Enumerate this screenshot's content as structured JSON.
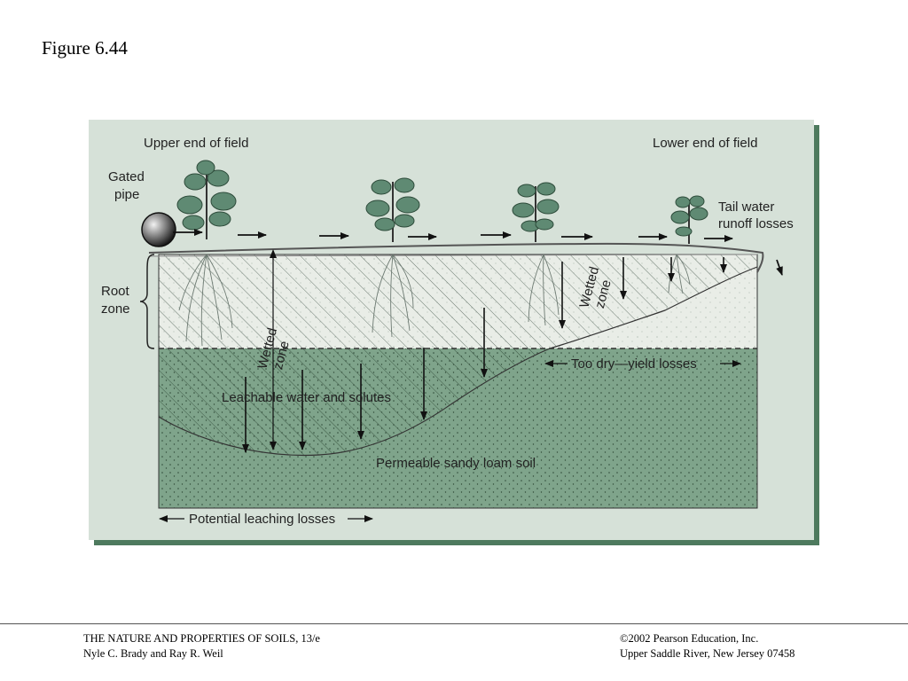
{
  "figure_title": "Figure 6.44",
  "diagram": {
    "upper_end": "Upper end of field",
    "lower_end": "Lower end of field",
    "gated_pipe": [
      "Gated",
      "pipe"
    ],
    "tail_water": [
      "Tail water",
      "runoff losses"
    ],
    "root_zone": [
      "Root",
      "zone"
    ],
    "wetted_zone": [
      "Wetted",
      "zone"
    ],
    "too_dry": "Too dry—yield losses",
    "leachable": "Leachable water and solutes",
    "permeable": "Permeable sandy loam soil",
    "potential_leaching": "Potential leaching losses",
    "colors": {
      "panel": "#d6e1d8",
      "shadow": "#4e7a5e",
      "subsoil": "#7fa48b",
      "root_zone_fill": "#e9ede7",
      "plant_leaf": "#5f8a73"
    }
  },
  "footer": {
    "book_title": "THE NATURE AND PROPERTIES OF SOILS, 13/e",
    "authors": "Nyle C. Brady and Ray R. Weil",
    "copyright": "©2002 Pearson Education, Inc.",
    "address": "Upper Saddle River, New Jersey  07458"
  }
}
